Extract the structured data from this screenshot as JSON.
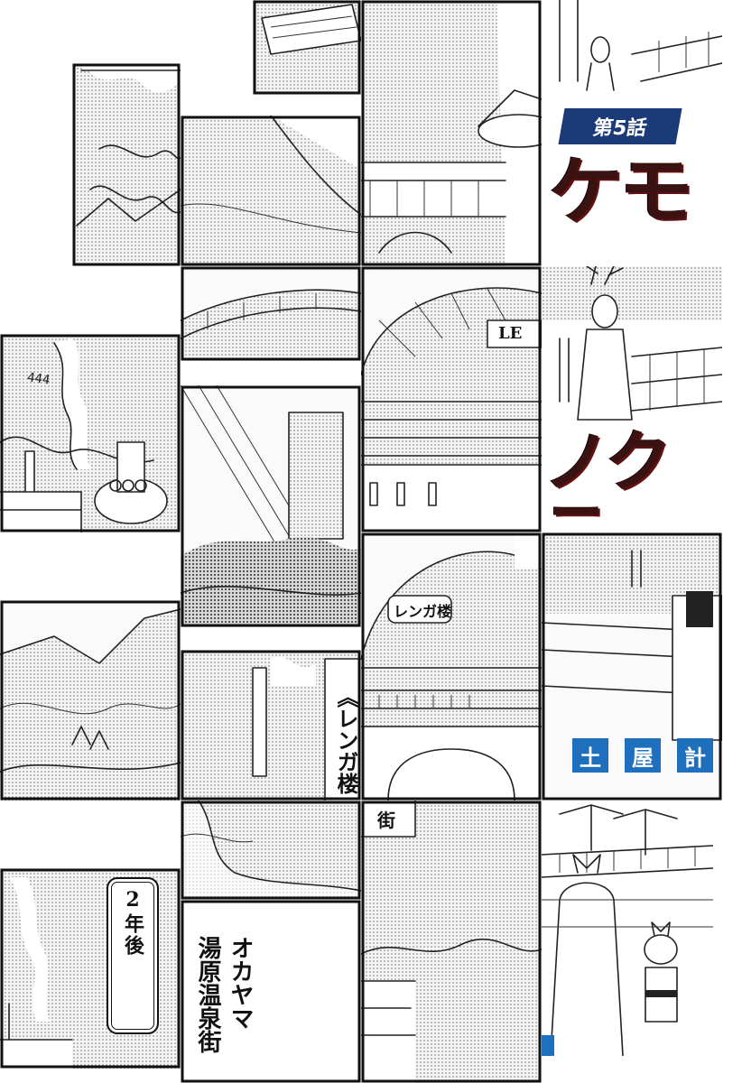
{
  "chapter_badge": "第5話",
  "title_top": "ケモ",
  "title_bottom": "ノクニ",
  "caption_time": "2年後",
  "caption_location_line1": "オカヤマ",
  "caption_location_line2": "湯原温泉街",
  "sign_renga": "《レンガ楼",
  "sign_street": "街",
  "sign_dome": "レンガ楼",
  "sign_dome_partial": "LE",
  "smoke_label": "444",
  "blue_boxes": [
    "土",
    "屋",
    "計"
  ]
}
